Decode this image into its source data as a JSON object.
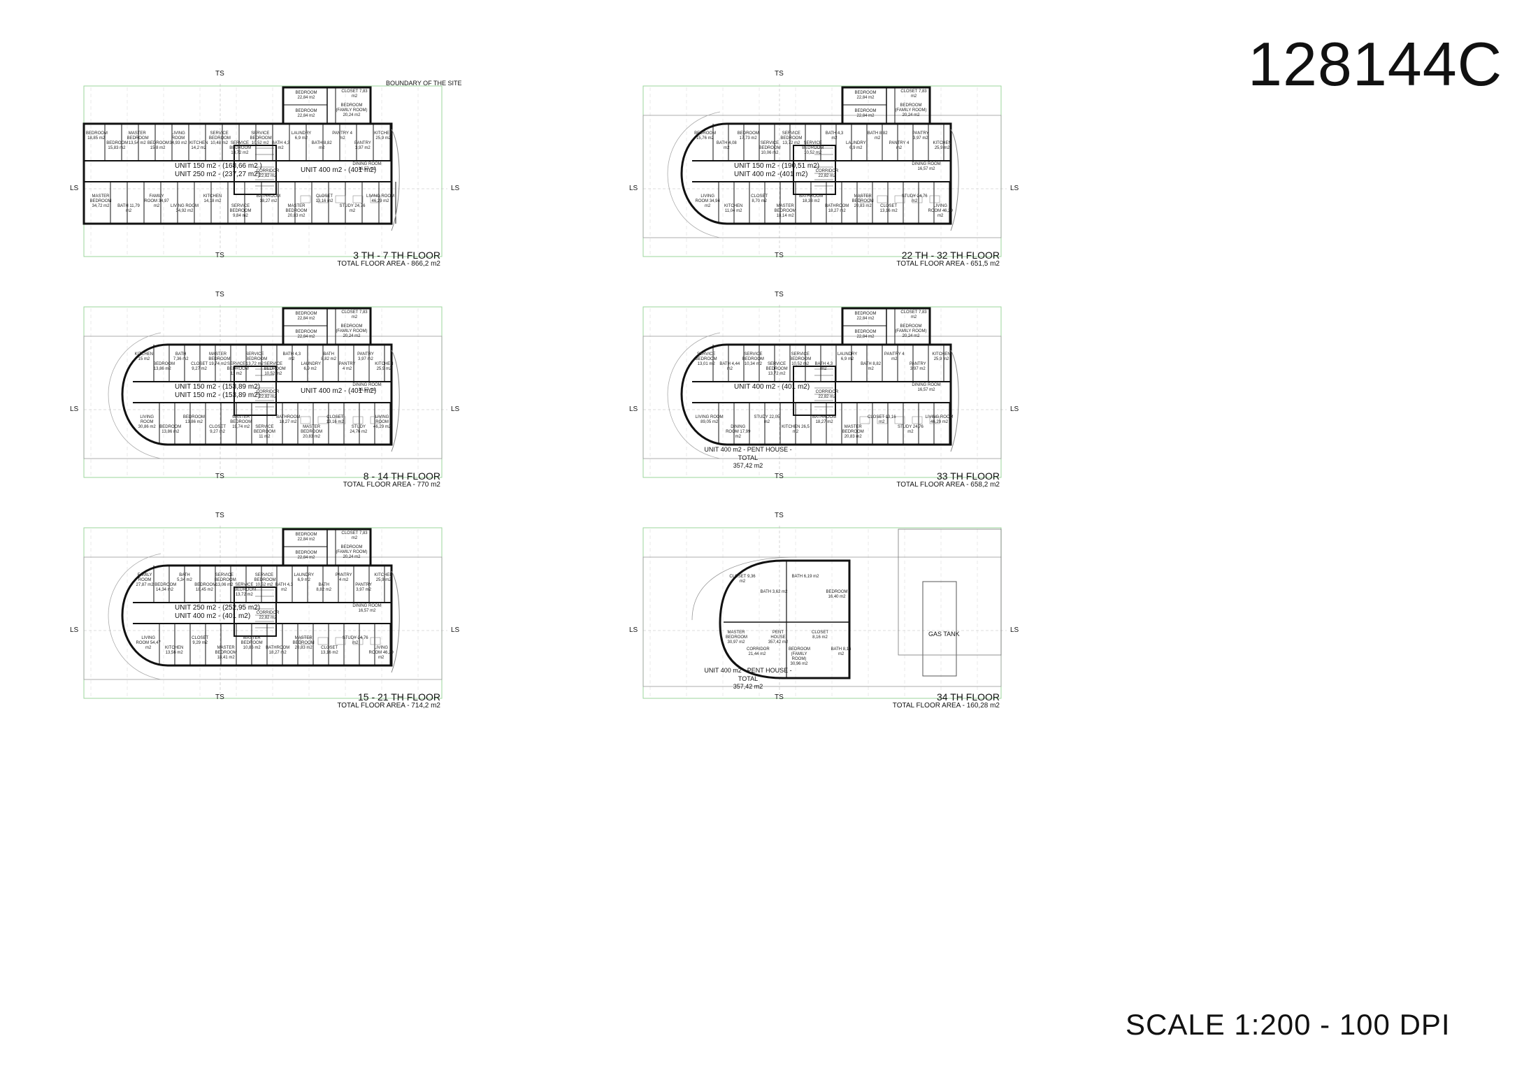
{
  "sheet": {
    "id": "128144C",
    "scale": "SCALE  1:200  -  100 DPI"
  },
  "markers": {
    "ts": "TS",
    "ls": "LS"
  },
  "plans": [
    {
      "title": "3 TH - 7 TH FLOOR",
      "area": "TOTAL FLOOR AREA -  866,2  m2",
      "units": [
        "UNIT 150 m2 - (168,66 m2 )",
        "UNIT 250 m2 - (237,27 m2)",
        "UNIT 400 m2 - (401 m2)"
      ],
      "extra_labels": [
        "BOUNDARY OF THE SITE"
      ],
      "total_label": "",
      "rooms_top": [
        "BEDROOM 18,85 m2",
        "BEDROOM 15,83 m2",
        "MASTER BEDROOM 13,54 m2",
        "BEDROOM 15,8 m2",
        "LIVING ROOM 34,93 m2",
        "KITCHEN 14,2 m2",
        "SERVICE BEDROOM 10,48 m2",
        "SERVICE BEDROOM 13,72 m2",
        "SERVICE BEDROOM 10,52 m2",
        "BATH 4,3 m2",
        "LAUNDRY 6,9 m2",
        "BATH 8,82 m2",
        "PANTRY 4 m2",
        "PANTRY 3,97 m2",
        "KITCHEN 25,9 m2"
      ],
      "rooms_bottom": [
        "MASTER BEDROOM 34,72 m2",
        "BATH 11,79 m2",
        "FAMILY ROOM 34,97 m2",
        "LIVING ROOM 34,92 m2",
        "KITCHEN 14,18 m2",
        "SERVICE BEDROOM 9,84 m2",
        "BATHROOM 18,27 m2",
        "MASTER BEDROOM 20,83 m2",
        "CLOSET 13,16 m2",
        "STUDY 24,76 m2",
        "LIVING ROOM 46,29 m2"
      ],
      "wing_rooms": [
        "BEDROOM 22,84 m2",
        "CLOSET 7,83 m2",
        "BEDROOM (FAMILY ROOM) 20,24 m2",
        "BEDROOM 22,84 m2"
      ],
      "wing_note": "DINING ROOM 16,57 m2",
      "corridor_label": "CORRIDOR 22,82 m2"
    },
    {
      "title": "22 TH - 32 TH FLOOR",
      "area": "TOTAL FLOOR AREA -  651,5  m2",
      "units": [
        "UNIT 150 m2 - (190,51 m2)",
        "UNIT 400 m2  -(401 m2)"
      ],
      "extra_labels": [],
      "total_label": "",
      "rooms_top": [
        "BEDROOM 15,76 m2",
        "BATH 4,08 m2",
        "BEDROOM 17,73 m2",
        "SERVICE BEDROOM 10,06 m2",
        "SERVICE BEDROOM 13,72 m2",
        "SERVICE BEDROOM 10,52 m2",
        "BATH 4,3 m2",
        "LAUNDRY 6,9 m2",
        "BATH 8,82 m2",
        "PANTRY 4 m2",
        "PANTRY 3,97 m2",
        "KITCHEN 25,9 m2"
      ],
      "rooms_bottom": [
        "LIVING ROOM 34,94 m2",
        "KITCHEN 11,04 m2",
        "CLOSET 8,70 m2",
        "MASTER BEDROOM 18,14 m2",
        "BATHROOM 18,33 m2",
        "BATHROOM 18,27 m2",
        "MASTER BEDROOM 20,83 m2",
        "CLOSET 13,16 m2",
        "STUDY 24,76 m2",
        "LIVING ROOM 46,29 m2"
      ],
      "wing_rooms": [
        "BEDROOM 22,84 m2",
        "CLOSET 7,83 m2",
        "BEDROOM (FAMILY ROOM) 20,24 m2",
        "BEDROOM 22,84 m2"
      ],
      "wing_note": "DINING ROOM 16,57 m2",
      "corridor_label": "CORRIDOR 22,82 m2"
    },
    {
      "title": "8 - 14 TH FLOOR",
      "area": "TOTAL FLOOR AREA -  770  m2",
      "units": [
        "UNIT 150 m2 - (153,89 m2)",
        "UNIT 150 m2 - (153,89 m2)",
        "UNIT 400 m2 - (401 m2)"
      ],
      "extra_labels": [],
      "total_label": "",
      "rooms_top": [
        "KITCHEN 15 m2",
        "BEDROOM 13,86 m2",
        "BATH 7,36 m2",
        "CLOSET 9,27 m2",
        "MASTER BEDROOM 19,74 m2",
        "SERVICE BEDROOM 11 m2",
        "SERVICE BEDROOM 13,72 m2",
        "SERVICE BEDROOM 10,52 m2",
        "BATH 4,3 m2",
        "LAUNDRY 6,9 m2",
        "BATH 8,82 m2",
        "PANTRY 4 m2",
        "PANTRY 3,97 m2",
        "KITCHEN 25,9 m2"
      ],
      "rooms_bottom": [
        "LIVING ROOM 30,86 m2",
        "BEDROOM 13,86 m2",
        "BEDROOM 13,86 m2",
        "CLOSET 9,27 m2",
        "MASTER BEDROOM 19,74 m2",
        "SERVICE BEDROOM 11 m2",
        "BATHROOM 18,27 m2",
        "MASTER BEDROOM 20,83 m2",
        "CLOSET 13,16 m2",
        "STUDY 24,76 m2",
        "LIVING ROOM 46,29 m2"
      ],
      "wing_rooms": [
        "BEDROOM 22,84 m2",
        "CLOSET 7,83 m2",
        "BEDROOM (FAMILY ROOM) 20,24 m2",
        "BEDROOM 22,84 m2"
      ],
      "wing_note": "DINING ROOM 16,57 m2",
      "corridor_label": "CORRIDOR 22,82 m2"
    },
    {
      "title": "33 TH FLOOR",
      "area": "TOTAL FLOOR AREA -  658,2  m2",
      "units": [
        "UNIT 400 m2 - (401 m2)"
      ],
      "extra_labels": [],
      "total_label": "UNIT 400 m2 - PENT HOUSE - TOTAL\n357,42 m2",
      "rooms_top": [
        "SERVICE BEDROOM 13,01 m2",
        "BATH 4,44 m2",
        "SERVICE BEDROOM 10,34 m2",
        "SERVICE BEDROOM 13,72 m2",
        "SERVICE BEDROOM 10,52 m2",
        "BATH 4,3 m2",
        "LAUNDRY 6,9 m2",
        "BATH 8,82 m2",
        "PANTRY 4 m2",
        "PANTRY 3,97 m2",
        "KITCHEN 25,9 m2"
      ],
      "rooms_bottom": [
        "LIVING ROOM 89,05 m2",
        "DINING ROOM 17,99 m2",
        "STUDY 22,05 m2",
        "KITCHEN 26,5 m2",
        "BATHROOM 18,27 m2",
        "MASTER BEDROOM 20,83 m2",
        "CLOSET 13,16 m2",
        "STUDY 24,76 m2",
        "LIVING ROOM 46,29 m2"
      ],
      "wing_rooms": [
        "BEDROOM 22,84 m2",
        "CLOSET 7,83 m2",
        "BEDROOM (FAMILY ROOM) 20,24 m2",
        "BEDROOM 22,84 m2"
      ],
      "wing_note": "DINING ROOM 16,57 m2",
      "corridor_label": "CORRIDOR 22,82 m2"
    },
    {
      "title": "15 - 21 TH FLOOR",
      "area": "TOTAL FLOOR AREA -  714,2  m2",
      "units": [
        "UNIT 250 m2 - (252,95 m2)",
        "UNIT 400 m2 - (401 m2)"
      ],
      "extra_labels": [],
      "total_label": "",
      "rooms_top": [
        "FAMILY ROOM 27,87 m2",
        "BEDROOM 14,34 m2",
        "BATH 5,34 m2",
        "BEDROOM 18,45 m2",
        "SERVICE BEDROOM 13,06 m2",
        "SERVICE BEDROOM 13,72 m2",
        "SERVICE BEDROOM 10,52 m2",
        "BATH 4,3 m2",
        "LAUNDRY 6,9 m2",
        "BATH 8,82 m2",
        "PANTRY 4 m2",
        "PANTRY 3,97 m2",
        "KITCHEN 25,9 m2"
      ],
      "rooms_bottom": [
        "LIVING ROOM 54,47 m2",
        "KITCHEN 13,56 m2",
        "CLOSET 9,29 m2",
        "MASTER BEDROOM 18,41 m2",
        "MASTER BEDROOM 10,86 m2",
        "BATHROOM 18,27 m2",
        "MASTER BEDROOM 20,83 m2",
        "CLOSET 13,16 m2",
        "STUDY 24,76 m2",
        "LIVING ROOM 46,29 m2"
      ],
      "wing_rooms": [
        "BEDROOM 22,84 m2",
        "CLOSET 7,83 m2",
        "BEDROOM (FAMILY ROOM) 20,24 m2",
        "BEDROOM 22,84 m2"
      ],
      "wing_note": "DINING ROOM 16,57 m2",
      "corridor_label": "CORRIDOR 22,82 m2"
    },
    {
      "title": "34 TH FLOOR",
      "area": "TOTAL FLOOR AREA -  160,28  m2",
      "units": [],
      "extra_labels": [
        "GAS TANK"
      ],
      "total_label": "UNIT 400 m2 - PENT HOUSE - TOTAL\n357,42 m2",
      "rooms_top": [
        "CLOSET 9,36 m2",
        "BATH 3,62 m2",
        "BATH 6,19 m2",
        "BEDROOM 16,40 m2"
      ],
      "rooms_bottom": [
        "MASTER BEDROOM 30,97 m2",
        "CORRIDOR 21,44 m2",
        "PENT HOUSE 357,42 m2",
        "BEDROOM (FAMILY ROOM) 30,96 m2",
        "CLOSET 8,16 m2",
        "BATH 8,16 m2"
      ],
      "wing_rooms": [],
      "wing_note": "",
      "corridor_label": ""
    }
  ]
}
